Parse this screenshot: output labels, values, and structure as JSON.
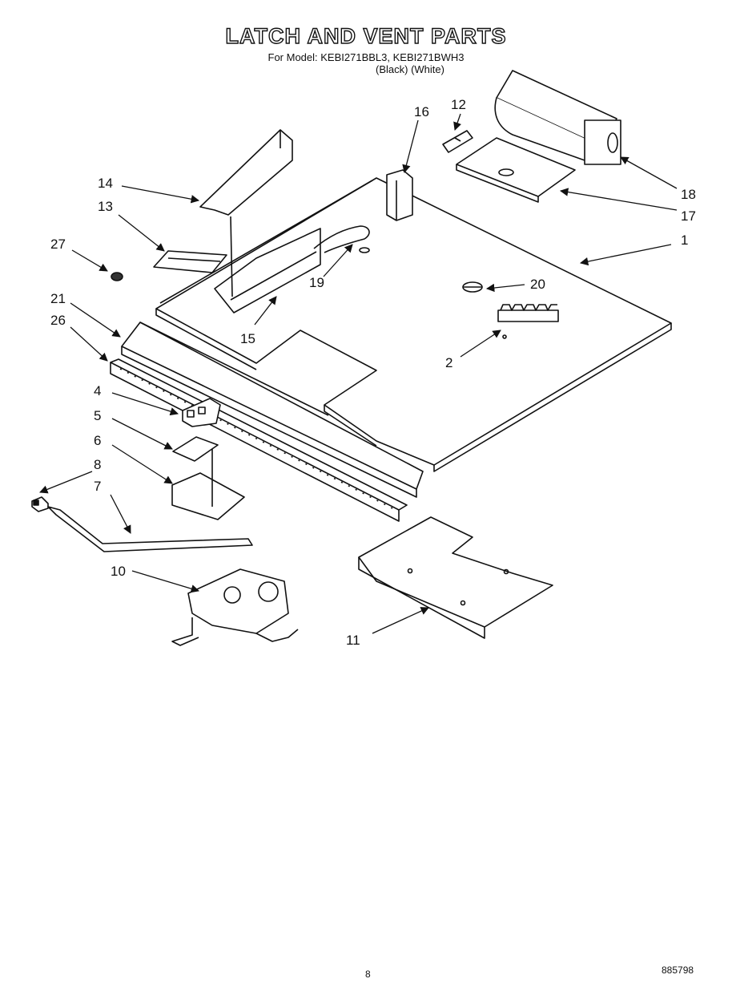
{
  "header": {
    "title": "LATCH AND VENT PARTS",
    "models_line": "For Model: KEBI271BBL3, KEBI271BWH3",
    "colors_line": "(Black)    (White)"
  },
  "callouts": [
    "1",
    "2",
    "4",
    "5",
    "6",
    "7",
    "8",
    "10",
    "11",
    "12",
    "13",
    "14",
    "15",
    "16",
    "17",
    "18",
    "19",
    "20",
    "21",
    "26",
    "27"
  ],
  "footer": {
    "page_number": "8",
    "doc_code": "885798"
  }
}
